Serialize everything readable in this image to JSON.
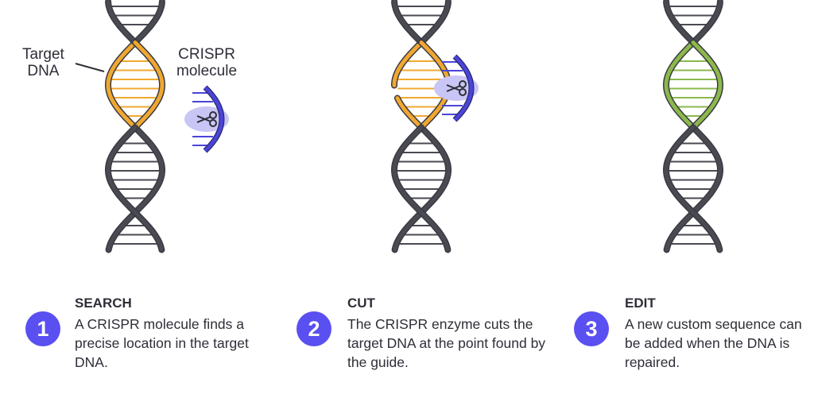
{
  "labels": {
    "target_dna": "Target\nDNA",
    "crispr_molecule": "CRISPR\nmolecule"
  },
  "colors": {
    "strand": "#4a4a52",
    "target": "#f0a830",
    "edited": "#8cb84c",
    "crispr": "#4b44d8",
    "crispr_halo": "#c9c6f5",
    "accent": "#5a4ff0"
  },
  "steps": [
    {
      "number": "1",
      "title": "SEARCH",
      "body": "A CRISPR molecule finds a precise location in the target DNA."
    },
    {
      "number": "2",
      "title": "CUT",
      "body": "The CRISPR enzyme cuts the target DNA at the point found by the guide."
    },
    {
      "number": "3",
      "title": "EDIT",
      "body": "A new custom sequence can be added when the DNA is repaired."
    }
  ]
}
